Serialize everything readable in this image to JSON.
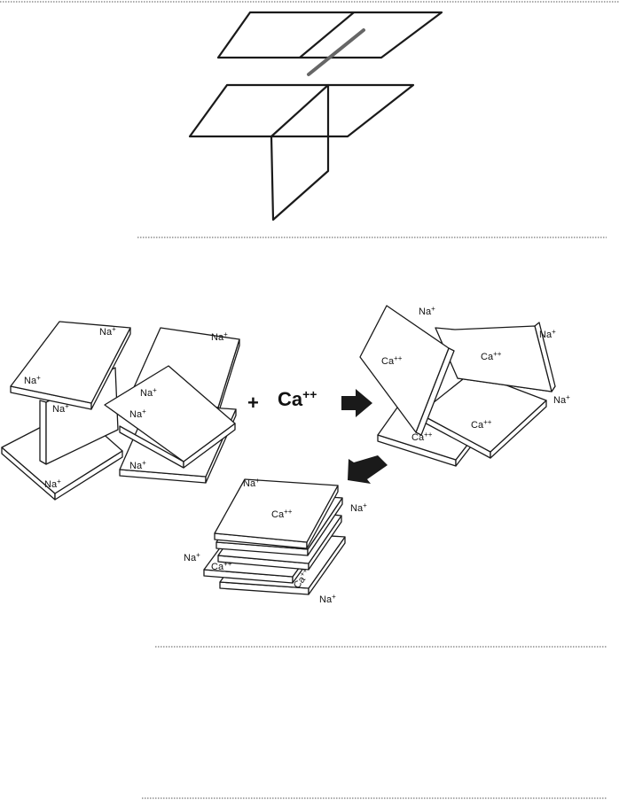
{
  "ion_na": "Na",
  "ion_ca": "Ca",
  "charge_plus": "+",
  "charge_plusplus": "++",
  "reaction_plus": "+",
  "reaction_ion": "Ca",
  "reaction_charge": "++",
  "colors": {
    "line": "#1a1a1a",
    "arrow": "#1a1a1a",
    "rule": "#555555"
  },
  "icons": {
    "reaction_arrow": "arrow-right-icon",
    "settle_arrow": "arrow-down-left-icon"
  }
}
